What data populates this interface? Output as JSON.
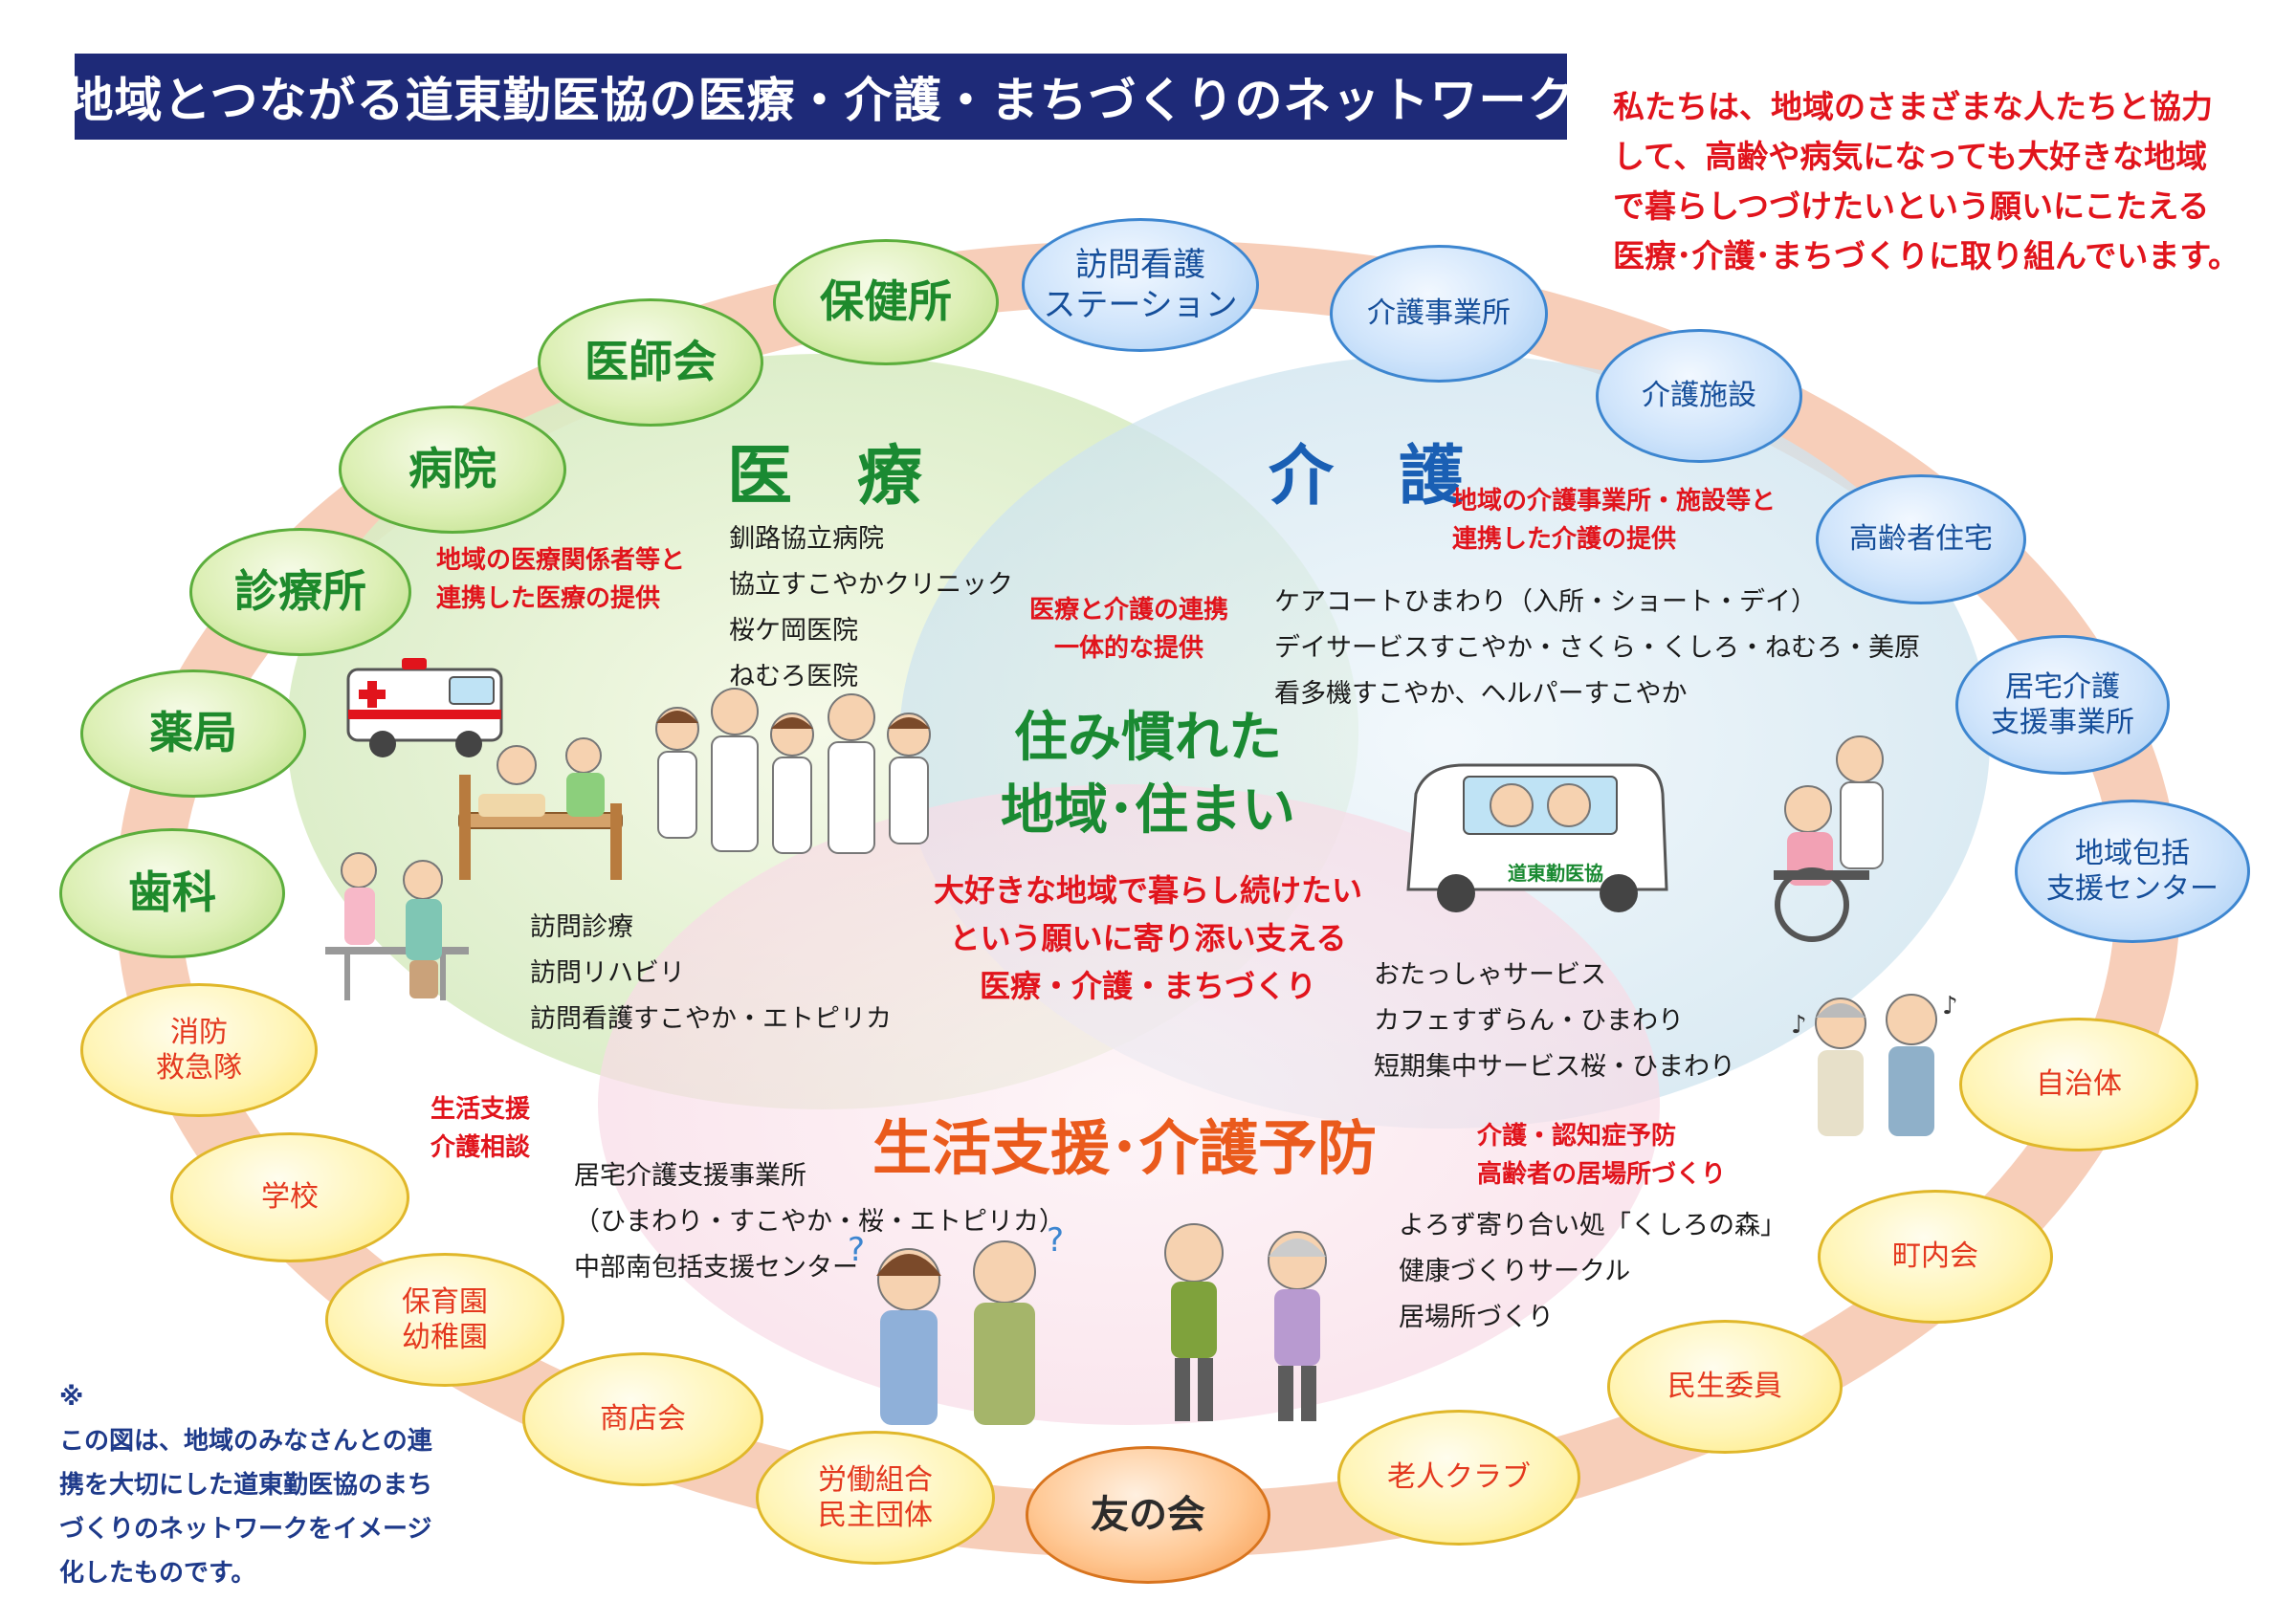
{
  "header": {
    "title": "地域とつながる道東勤医協の医療・介護・まちづくりのネットワーク"
  },
  "mission": {
    "lines": [
      "私たちは、地域のさまざまな人たちと協力",
      "して、高齢や病気になっても大好きな地域",
      "で暮らしつづけたいという願いにこたえる",
      "医療･介護･まちづくりに取り組んでいます。"
    ]
  },
  "ring": {
    "green": [
      "保健所",
      "医師会",
      "病院",
      "診療所",
      "薬局",
      "歯科"
    ],
    "blue": [
      "訪問看護\nステーション",
      "介護事業所",
      "介護施設",
      "高齢者住宅",
      "居宅介護\n支援事業所",
      "地域包括\n支援センター"
    ],
    "yellow": [
      "消防\n救急隊",
      "学校",
      "保育園\n幼稚園",
      "商店会",
      "労働組合\n民主団体",
      "老人クラブ",
      "民生委員",
      "町内会",
      "自治体"
    ],
    "orange": [
      "友の会"
    ]
  },
  "medical": {
    "heading": "医　療",
    "note": "地域の医療関係者等と\n連携した医療の提供",
    "facilities": [
      "釧路協立病院",
      "協立すこやかクリニック",
      "桜ケ岡医院",
      "ねむろ医院"
    ],
    "home_services": [
      "訪問診療",
      "訪問リハビリ",
      "訪問看護すこやか・エトピリカ"
    ]
  },
  "care": {
    "heading": "介　護",
    "note": "地域の介護事業所・施設等と\n連携した介護の提供",
    "facilities": [
      "ケアコートひまわり（入所・ショート・デイ）",
      "デイサービスすこやか・さくら・くしろ・ねむろ・美原",
      "看多機すこやか、ヘルパーすこやか"
    ],
    "services": [
      "おたっしゃサービス",
      "カフェすずらん・ひまわり",
      "短期集中サービス桜・ひまわり"
    ],
    "van_label": "道東勤医協"
  },
  "overlap": {
    "medical_care": "医療と介護の連携\n一体的な提供"
  },
  "center": {
    "title": "住み慣れた\n地域･住まい",
    "subtitle": "大好きな地域で暮らし続けたい\nという願いに寄り添い支える\n医療・介護・まちづくり"
  },
  "life": {
    "heading": "生活支援･介護予防",
    "left_note": "生活支援\n介護相談",
    "right_note": "介護・認知症予防\n高齢者の居場所づくり",
    "support": [
      "居宅介護支援事業所",
      "（ひまわり・すこやか・桜・エトピリカ）",
      "中部南包括支援センター"
    ],
    "activities": [
      "よろず寄り合い処「くしろの森」",
      "健康づくりサークル",
      "居場所づくり"
    ]
  },
  "footnote": {
    "mark": "※",
    "lines": [
      "この図は、地域のみなさんとの連",
      "携を大切にした道東勤医協のまち",
      "づくりのネットワークをイメージ",
      "化したものです。"
    ]
  },
  "colors": {
    "title_bg": "#1e2a78",
    "accent_red": "#e1141c",
    "medical_green": "#1a8a32",
    "care_blue": "#1a5fb4",
    "life_orange": "#ea5a1c",
    "ring": "#f6c6ad"
  }
}
